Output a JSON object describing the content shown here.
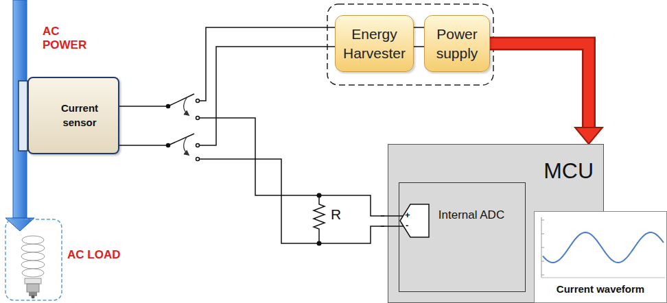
{
  "diagram": {
    "nodes": [
      {
        "text": [
          "Current sensor"
        ]
      },
      {
        "text": [
          "Energy Harvester"
        ]
      },
      {
        "text": [
          "Power supply"
        ]
      },
      {
        "text": [
          "MCU"
        ]
      },
      {
        "text": [
          "Internal ADC"
        ],
        "in": 3
      },
      {
        "text": [
          "Current waveform"
        ]
      }
    ],
    "edges": [
      {
        "from": 0,
        "to": 1,
        "arrow": "none"
      },
      {
        "from": 1,
        "to": 2,
        "arrow": "none"
      },
      {
        "from": 2,
        "to": 3,
        "arrow": "to"
      }
    ],
    "labels": [
      "AC POWER",
      "AC LOAD",
      "R",
      "+",
      "-"
    ]
  }
}
